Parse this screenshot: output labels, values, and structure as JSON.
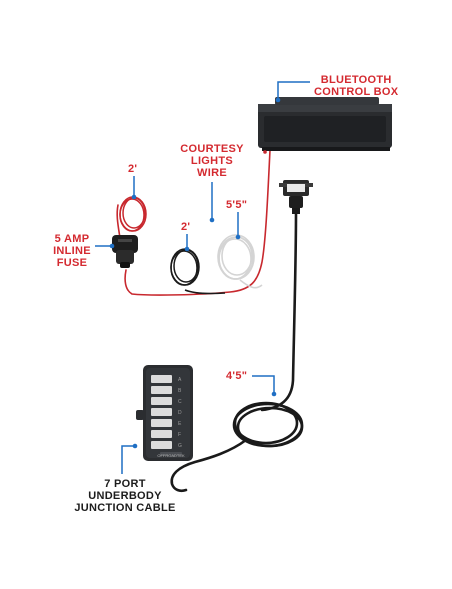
{
  "colors": {
    "label_red": "#d42a30",
    "label_black": "#1c1c1c",
    "callout_blue": "#1f6fc4",
    "wire_red": "#c8282e",
    "wire_black": "#1a1a1a",
    "wire_white": "#d8d8d8",
    "module_dark": "#26282b"
  },
  "labels": {
    "bluetooth": [
      "BLUETOOTH",
      "CONTROL BOX"
    ],
    "courtesy": [
      "COURTESY",
      "LIGHTS",
      "WIRE"
    ],
    "fuse": [
      "5 AMP",
      "INLINE",
      "FUSE"
    ],
    "junction": [
      "7 PORT",
      "UNDERBODY",
      "JUNCTION CABLE"
    ]
  },
  "lengths": {
    "fuse_wire": "2'",
    "black_wire": "2'",
    "white_wire": "5'5\"",
    "main_cable": "4'5\""
  },
  "junction_box": {
    "brand": "OFFROADTEK",
    "port_letters": [
      "A",
      "B",
      "C",
      "D",
      "E",
      "F",
      "G"
    ]
  },
  "icons": {
    "control_box": "bluetooth-control-box",
    "fuse": "inline-fuse-holder",
    "connector": "plug-connector",
    "junction": "junction-module"
  }
}
